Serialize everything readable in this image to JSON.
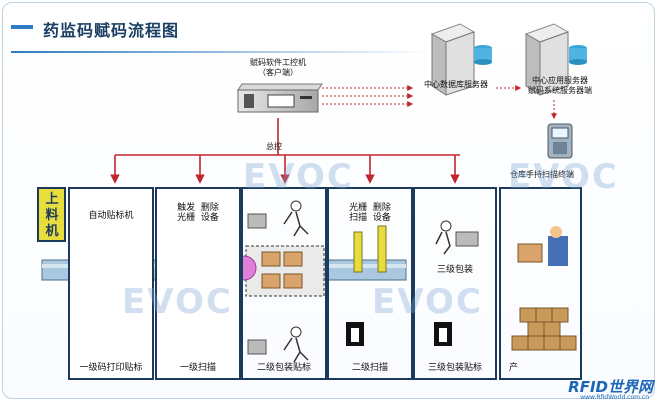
{
  "title": "药监码赋码流程图",
  "devices": {
    "workstation": {
      "line1": "赋码软件工控机",
      "line2": "（客户端）"
    },
    "db_server": "中心数据库服务器",
    "app_server": {
      "line1": "中心应用服务器",
      "line2": "赋码系统服务器端"
    },
    "handheld": "仓库手持扫描终端",
    "bus": "总控"
  },
  "loading": "上料机",
  "stations": [
    {
      "top": "自动贴标机",
      "foot": "一级码打印贴标"
    },
    {
      "top": "触发  删除\n光栅  设备",
      "foot": "一级扫描"
    },
    {
      "top": "",
      "foot": "二级包装贴标"
    },
    {
      "top": "光栅  删除\n扫描  设备",
      "foot": "二级扫描"
    },
    {
      "top": "三级包装",
      "foot": "三级包装贴标"
    },
    {
      "top": "",
      "foot": "产"
    }
  ],
  "watermark": "EVOC",
  "brand": "RFID世界网",
  "brand_url": "www.RfidWorld.com.cn",
  "colors": {
    "frame": "#1b3a5c",
    "arrow": "#c0272d",
    "belt": "#a9c8df",
    "yellow": "#e7dd3d",
    "accent": "#2f7bc2"
  }
}
